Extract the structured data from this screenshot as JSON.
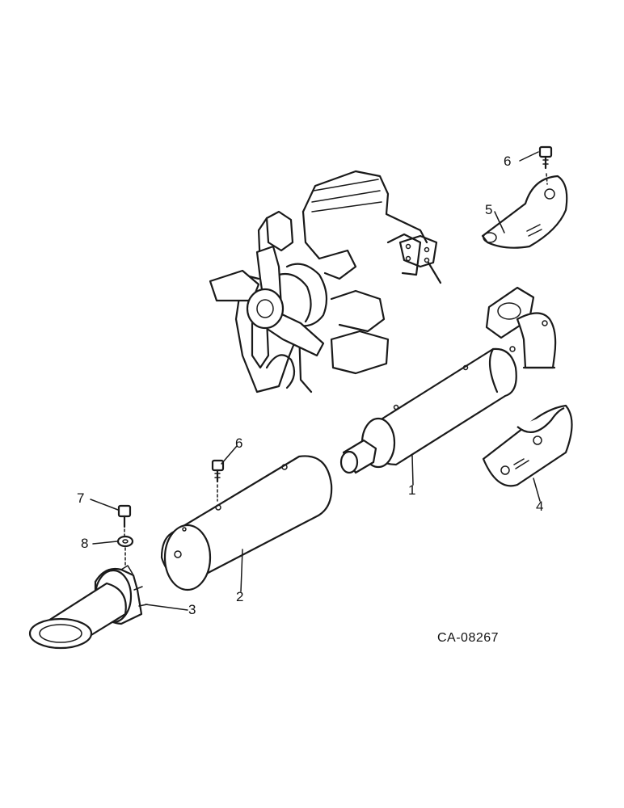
{
  "callouts": {
    "c1": "1",
    "c2": "2",
    "c3": "3",
    "c4": "4",
    "c5": "5",
    "c6a": "6",
    "c6b": "6",
    "c7": "7",
    "c8": "8"
  },
  "doc_id": "CA-08267",
  "colors": {
    "ink": "#1a1a1a",
    "paper": "#ffffff"
  }
}
